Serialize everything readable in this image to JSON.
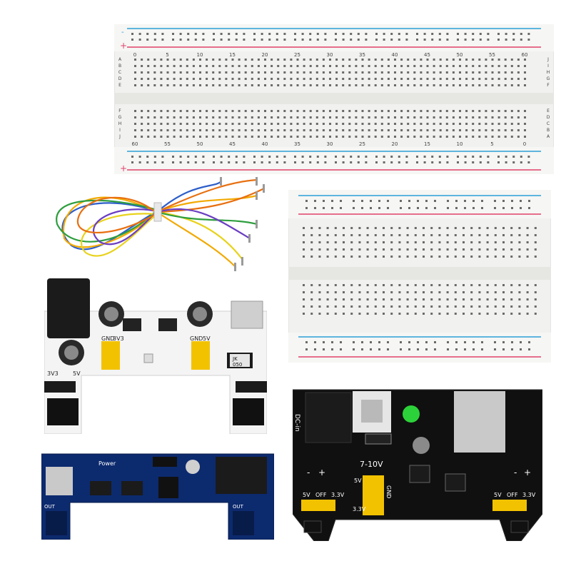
{
  "large_breadboard": {
    "top_numbers": [
      "0",
      "5",
      "10",
      "15",
      "20",
      "25",
      "30",
      "35",
      "40",
      "45",
      "50",
      "55",
      "60"
    ],
    "bottom_numbers": [
      "60",
      "55",
      "50",
      "45",
      "40",
      "35",
      "30",
      "25",
      "20",
      "15",
      "10",
      "5",
      "0"
    ],
    "rows_top": [
      "A",
      "B",
      "C",
      "D",
      "E"
    ],
    "rows_bottom": [
      "F",
      "G",
      "H",
      "I",
      "J"
    ],
    "rows_right_top": [
      "J",
      "I",
      "H",
      "G",
      "F"
    ],
    "rows_right_bottom": [
      "E",
      "D",
      "C",
      "B",
      "A"
    ],
    "minus": "-",
    "plus": "+"
  },
  "power_module_white": {
    "gnd_left": "GND",
    "v33_left": "3V3",
    "gnd_right": "GND",
    "v5_right": "5V",
    "label_3v3": "3V3",
    "label_5v": "5V",
    "cap_label": "JK",
    "cap_value": "050"
  },
  "power_module_blue": {
    "power_label": "Power",
    "out_left": "OUT",
    "out_right": "OUT"
  },
  "power_module_black": {
    "dc_in": "DC-in",
    "voltage": "7-10V",
    "v5_left": "5V",
    "off_left": "OFF",
    "v33_left": "3.3V",
    "v5_right": "5V",
    "off_right": "OFF",
    "v33_right": "3.3V",
    "pin_5v": "5V",
    "pin_33v": "3.3V",
    "pin_gnd": "GND",
    "minus": "-",
    "plus": "+"
  },
  "colors": {
    "breadboard": "#f3f3f1",
    "rail_blue": "#2a9fd6",
    "rail_red": "#e0406a",
    "pcb_white": "#f4f4f4",
    "pcb_blue": "#0c2a6e",
    "pcb_black": "#101010",
    "jumper_yellow": "#f2c200"
  }
}
